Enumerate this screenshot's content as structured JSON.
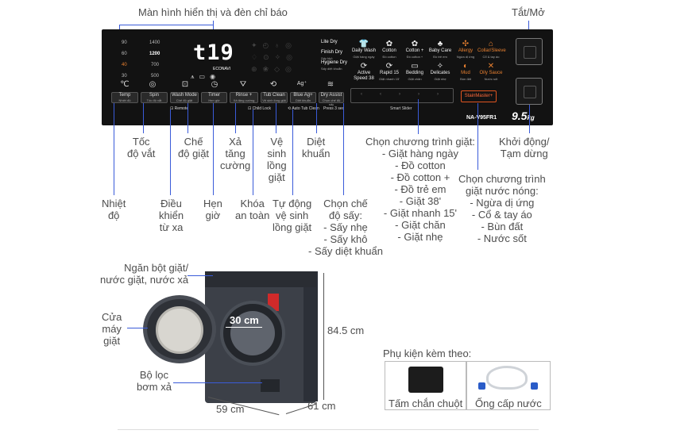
{
  "callouts": {
    "display": "Màn hình hiển thị và đèn chỉ báo",
    "power": "Tắt/Mở",
    "spin_speed": "Tốc\nđộ vắt",
    "wash_mode": "Chế\nđộ giặt",
    "rinse_plus": "Xả\ntăng\ncường",
    "tub_clean": "Vệ\nsinh\nlồng\ngiặt",
    "sterilize": "Diệt\nkhuẩn",
    "program_select": "Chọn chương trình giặt:\n- Giặt hàng ngày\n- Đồ cotton\n- Đồ cotton +\n- Đồ trẻ em\n- Giặt 38'\n- Giặt nhanh 15'\n- Giặt chăn\n- Giặt nhẹ",
    "start_pause": "Khởi động/\nTạm dừng",
    "hot_program": "Chọn chương trình\ngiặt nước nóng:\n- Ngừa dị ứng\n- Cổ & tay áo\n- Bùn đất\n- Nước sốt",
    "temperature": "Nhiệt\nđộ",
    "remote": "Điều\nkhiển\ntừ xa",
    "timer": "Hẹn\ngiờ",
    "child_lock": "Khóa\nan toàn",
    "auto_tub_clean": "Tự động\nvệ sinh\nlồng giặt",
    "dry_mode": "Chọn chế\nđộ sấy:\n- Sấy nhẹ\n- Sấy khô\n- Sấy diệt khuẩn",
    "detergent_tray": "Ngăn bột giặt/\nnước giặt, nước xả",
    "door": "Cửa\nmáy\ngiặt",
    "filter": "Bộ lọc\nbơm xả"
  },
  "panel": {
    "speeds": [
      "90",
      "1400",
      "60",
      "1200",
      "40",
      "700",
      "30",
      "500"
    ],
    "display_text": "t19",
    "econavi": "ECONAVI",
    "dry_options": [
      {
        "label": "Lite Dry",
        "sub": ""
      },
      {
        "label": "Finish Dry",
        "sub": "Sấy khô"
      },
      {
        "label": "Hygiene Dry",
        "sub": "Sấy diệt khuẩn"
      }
    ],
    "programs_row1": [
      {
        "label": "Daily Wash",
        "sub": "Giặt hàng ngày",
        "icon": "👕"
      },
      {
        "label": "Cotton",
        "sub": "Đồ cotton",
        "icon": "✿"
      },
      {
        "label": "Cotton +",
        "sub": "Đồ cotton +",
        "icon": "✿"
      },
      {
        "label": "Baby Care",
        "sub": "Đồ trẻ em",
        "icon": "♣"
      },
      {
        "label": "Allergy",
        "sub": "Ngừa dị ứng",
        "icon": "✣"
      },
      {
        "label": "Collar/Sleeve",
        "sub": "Cổ & tay áo",
        "icon": "⌂"
      }
    ],
    "programs_row2": [
      {
        "label": "Active Speed 38",
        "sub": "",
        "icon": "⟳"
      },
      {
        "label": "Rapid 15",
        "sub": "Giặt nhanh 15'",
        "icon": "⟳"
      },
      {
        "label": "Bedding",
        "sub": "Giặt chăn",
        "icon": "▭"
      },
      {
        "label": "Delicates",
        "sub": "Giặt nhẹ",
        "icon": "✧"
      },
      {
        "label": "Mud",
        "sub": "Bùn đất",
        "icon": "◐"
      },
      {
        "label": "Oily Sauce",
        "sub": "Nước sốt",
        "icon": "✕"
      }
    ],
    "buttons": [
      {
        "label": "Temp",
        "sub": "Nhiệt độ"
      },
      {
        "label": "Spin",
        "sub": "Tốc độ vắt"
      },
      {
        "label": "Wash Mode",
        "sub": "Chế độ giặt"
      },
      {
        "label": "Timer",
        "sub": "Hẹn giờ"
      },
      {
        "label": "Rinse +",
        "sub": "Xả tăng cường"
      },
      {
        "label": "Tub Clean",
        "sub": "Vệ sinh lồng giặt"
      },
      {
        "label": "Blue Ag+",
        "sub": "Diệt khuẩn"
      },
      {
        "label": "Dry Assist",
        "sub": "Chọn chế độ sấy"
      }
    ],
    "sublabels": {
      "remote": "Remote",
      "child_lock": "Child Lock",
      "auto_tub_clean": "Auto Tub Clean",
      "press_3sec": "Press 3 sec"
    },
    "smart_slider": "Smart Slider",
    "steam_master": "StainMaster+",
    "model": "NA-V95FR1",
    "capacity": "9.5",
    "capacity_unit": "kg"
  },
  "dimensions": {
    "porthole": "30 cm",
    "height": "84.5 cm",
    "width": "59 cm",
    "depth": "61 cm"
  },
  "accessories": {
    "title": "Phụ kiện kèm theo:",
    "items": [
      "Tấm chắn chuột",
      "Ống cấp nước"
    ]
  }
}
